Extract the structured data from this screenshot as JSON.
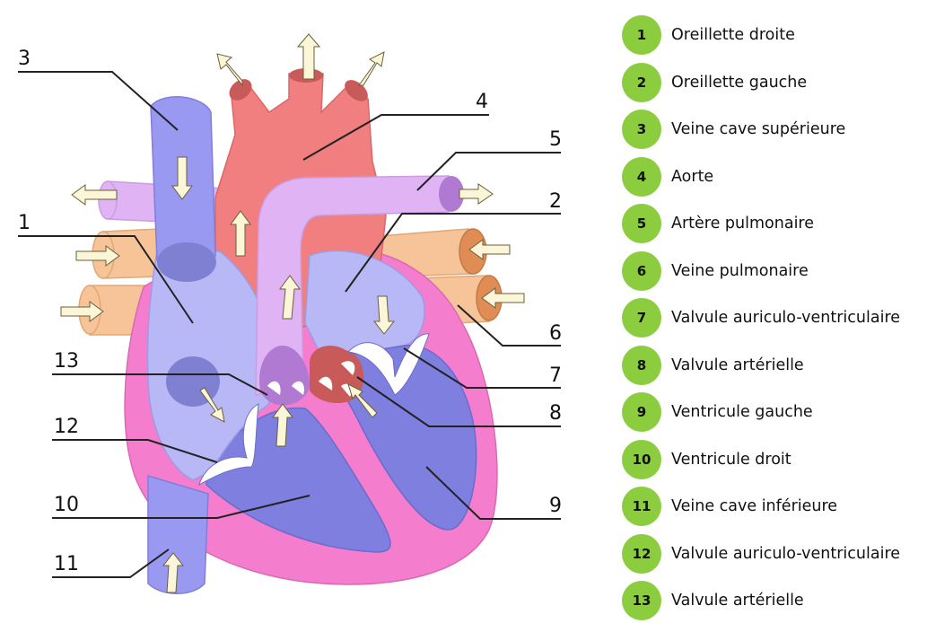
{
  "diagram": {
    "labels": [
      "1",
      "2",
      "3",
      "4",
      "5",
      "6",
      "7",
      "8",
      "9",
      "10",
      "11",
      "12",
      "13"
    ]
  },
  "legend": [
    {
      "num": "1",
      "text": "Oreillette droite"
    },
    {
      "num": "2",
      "text": "Oreillette gauche"
    },
    {
      "num": "3",
      "text": "Veine cave supérieure"
    },
    {
      "num": "4",
      "text": "Aorte"
    },
    {
      "num": "5",
      "text": "Artère pulmonaire"
    },
    {
      "num": "6",
      "text": "Veine pulmonaire"
    },
    {
      "num": "7",
      "text": "Valvule auriculo-ventriculaire"
    },
    {
      "num": "8",
      "text": "Valvule artérielle"
    },
    {
      "num": "9",
      "text": "Ventricule gauche"
    },
    {
      "num": "10",
      "text": "Ventricule droit"
    },
    {
      "num": "11",
      "text": "Veine cave inférieure"
    },
    {
      "num": "12",
      "text": "Valvule auriculo-ventriculaire"
    },
    {
      "num": "13",
      "text": "Valvule artérielle"
    }
  ],
  "colors": {
    "vena_cava": "#9999f2",
    "right_atrium": "#b8b8f7",
    "right_ventricle": "#7f7fe0",
    "aorta": "#f27f7f",
    "pulmonary_artery": "#e0b3f5",
    "pulmonary_vein": "#f7c499",
    "myocardium": "#f57dcd",
    "badge": "#8ccc3f",
    "arrow_fill": "#fbf6d7"
  }
}
